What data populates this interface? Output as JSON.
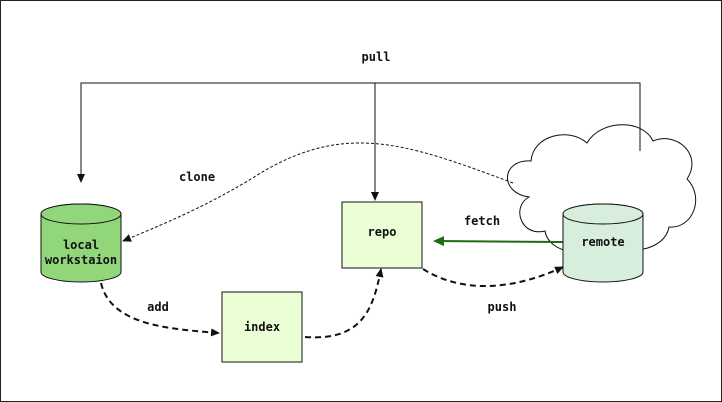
{
  "nodes": {
    "local": {
      "line1": "local",
      "line2": "workstaion"
    },
    "index": {
      "label": "index"
    },
    "repo": {
      "label": "repo"
    },
    "remote": {
      "label": "remote"
    }
  },
  "edges": {
    "pull": "pull",
    "clone": "clone",
    "add": "add",
    "fetch": "fetch",
    "push": "push"
  },
  "colors": {
    "box_fill": "#eaffd6",
    "local_fill": "#92d67c",
    "remote_fill": "#d6eedb",
    "fetch_arrow": "#1e6b10",
    "stroke": "#111111"
  }
}
